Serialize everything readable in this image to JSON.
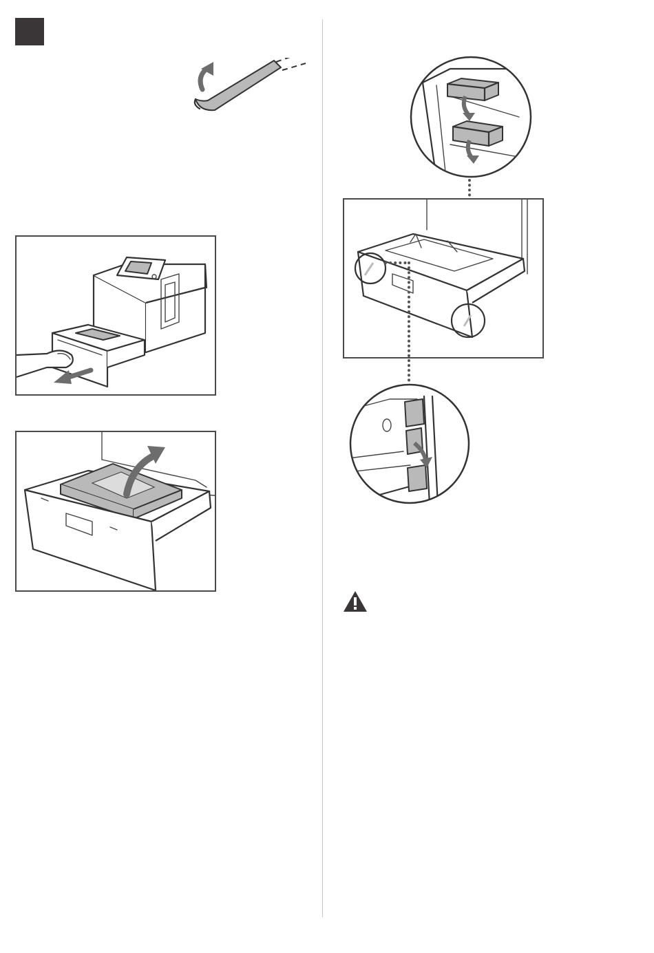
{
  "page": {
    "step_marker": {
      "color": "#3a3536"
    },
    "colors": {
      "line": "#333333",
      "gray": "#b9b9b9",
      "arrow": "#6d6d6d",
      "divider": "#c8c8c8"
    },
    "icons": [
      "tape-peel-illustration",
      "pull-out-drawer-illustration",
      "remove-paper-illustration",
      "packing-material-zoom-top",
      "drawer-open-illustration",
      "packing-material-zoom-bottom",
      "warning-icon"
    ]
  }
}
